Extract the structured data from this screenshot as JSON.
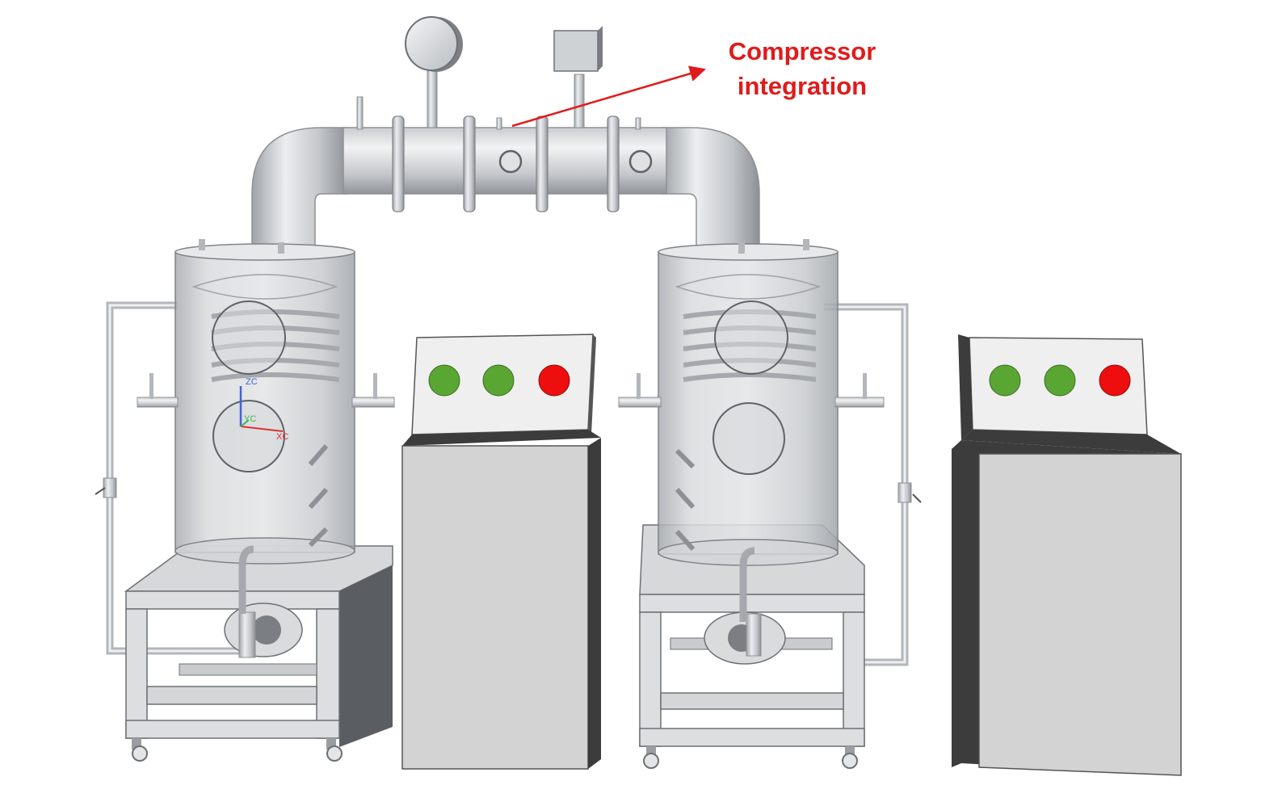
{
  "annotation": {
    "line1": "Compressor",
    "line2": "integration"
  },
  "axes": {
    "z_label": "ZC",
    "y_label": "YC",
    "x_label": "XC"
  },
  "colors": {
    "annotation": "#e01b1b",
    "metal_light": "#e6e7e8",
    "metal_mid": "#bfc2c5",
    "metal_dark": "#8d9196",
    "cabinet_front": "#d3d3d3",
    "cabinet_side": "#3c3c3c",
    "panel": "#eeeeee",
    "indicator_green": "#5aa632",
    "indicator_red": "#ee0e0e",
    "axis_z": "#3f63d9",
    "axis_y": "#3bb84a",
    "axis_x": "#dd3333"
  },
  "control_panels": [
    {
      "indicators": [
        "green",
        "green",
        "red"
      ]
    },
    {
      "indicators": [
        "green",
        "green",
        "red"
      ]
    }
  ]
}
